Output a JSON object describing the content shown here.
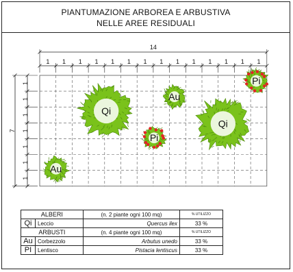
{
  "title": {
    "line1": "PIANTUMAZIONE ARBOREA E ARBUSTIVA",
    "line2": "NELLE AREE RESIDUALI"
  },
  "drawing": {
    "total_width_label": "14",
    "total_height_label": "7",
    "module_label": "1",
    "columns": 14,
    "rows": 7,
    "plants": [
      {
        "code": "Qi",
        "type": "tree",
        "cx_m": 4.1,
        "cy_m": 2.25,
        "r_m": 1.85
      },
      {
        "code": "Au",
        "type": "shrub",
        "cx_m": 8.3,
        "cy_m": 1.35,
        "r_m": 0.8
      },
      {
        "code": "Pi",
        "type": "shrub",
        "cx_m": 7.05,
        "cy_m": 3.95,
        "r_m": 0.8
      },
      {
        "code": "Qi",
        "type": "tree",
        "cx_m": 11.3,
        "cy_m": 3.05,
        "r_m": 1.85
      },
      {
        "code": "Pi",
        "type": "shrub",
        "cx_m": 13.35,
        "cy_m": 0.35,
        "r_m": 0.85
      },
      {
        "code": "Au",
        "type": "shrub",
        "cx_m": 1.0,
        "cy_m": 5.9,
        "r_m": 0.85
      }
    ],
    "colors": {
      "foliage": "#7ac21b",
      "foliage_dark": "#4d8a0e",
      "berries": "#e32424",
      "grid": "#555555"
    }
  },
  "legend": {
    "pct_header": "% UTILIZZO",
    "groups": [
      {
        "label": "ALBERI",
        "note": "(n. 2 piante ogni 100 mq)",
        "rows": [
          {
            "code": "Qi",
            "common": "Leccio",
            "scientific": "Quercus ilex",
            "pct": "33 %"
          }
        ]
      },
      {
        "label": "ARBUSTI",
        "note": "(n. 4 piante ogni 100 mq)",
        "rows": [
          {
            "code": "Au",
            "common": "Corbezzolo",
            "scientific": "Arbutus unedo",
            "pct": "33 %"
          },
          {
            "code": "PI",
            "common": "Lentisco",
            "scientific": "Pistacia lentiscus",
            "pct": "33 %"
          }
        ]
      }
    ]
  }
}
